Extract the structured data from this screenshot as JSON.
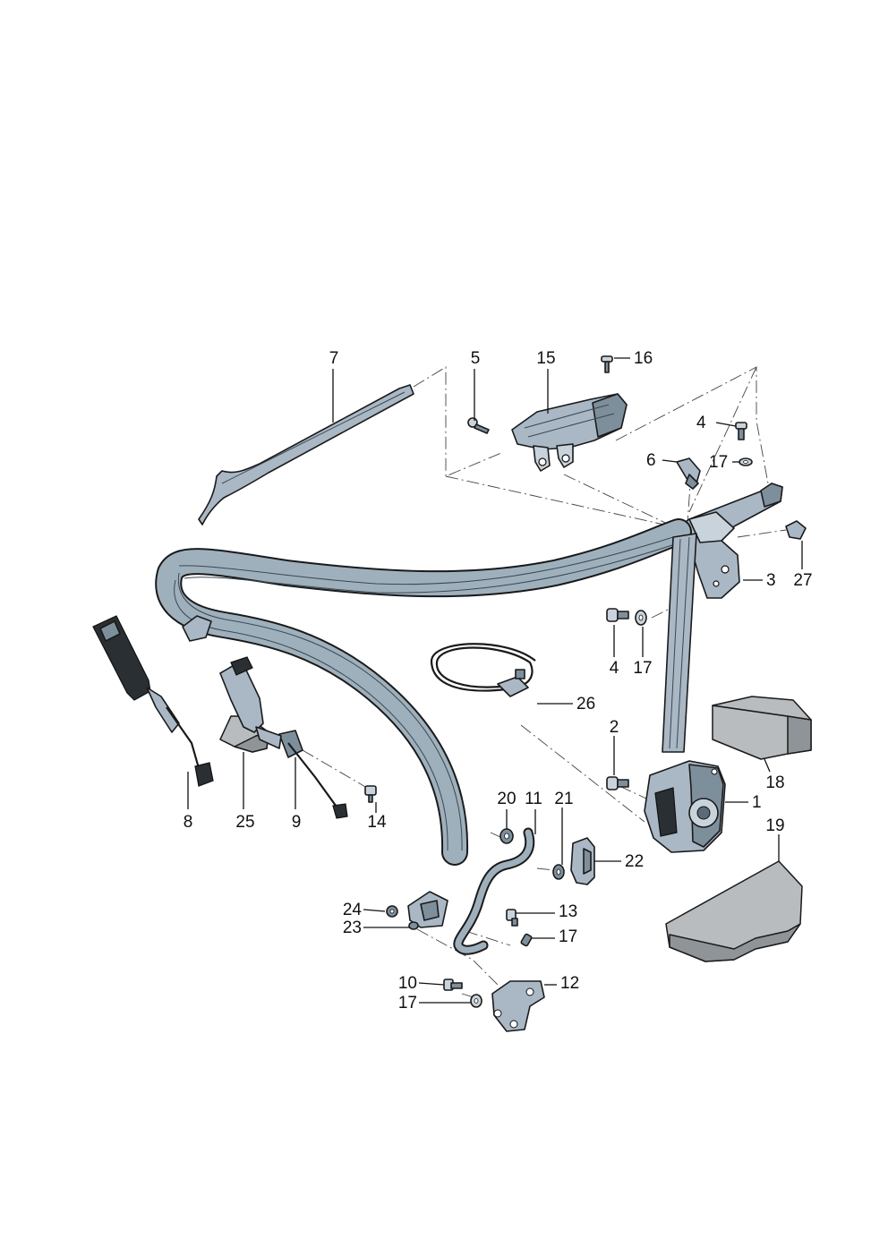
{
  "labels": {
    "p1": "1",
    "p2": "2",
    "p3": "3",
    "p4a": "4",
    "p4b": "4",
    "p5": "5",
    "p6": "6",
    "p7": "7",
    "p8": "8",
    "p9": "9",
    "p10": "10",
    "p11": "11",
    "p12": "12",
    "p13": "13",
    "p14": "14",
    "p15": "15",
    "p16": "16",
    "p17a": "17",
    "p17b": "17",
    "p17c": "17",
    "p17d": "17",
    "p18": "18",
    "p19": "19",
    "p20": "20",
    "p21": "21",
    "p22": "22",
    "p23": "23",
    "p24": "24",
    "p25": "25",
    "p26": "26",
    "p27": "27"
  },
  "colors": {
    "part_fill": "#a9b8c4",
    "part_dark": "#7e8f9c",
    "pad_grey": "#b8bcbf",
    "outline": "#1a1a1a"
  }
}
